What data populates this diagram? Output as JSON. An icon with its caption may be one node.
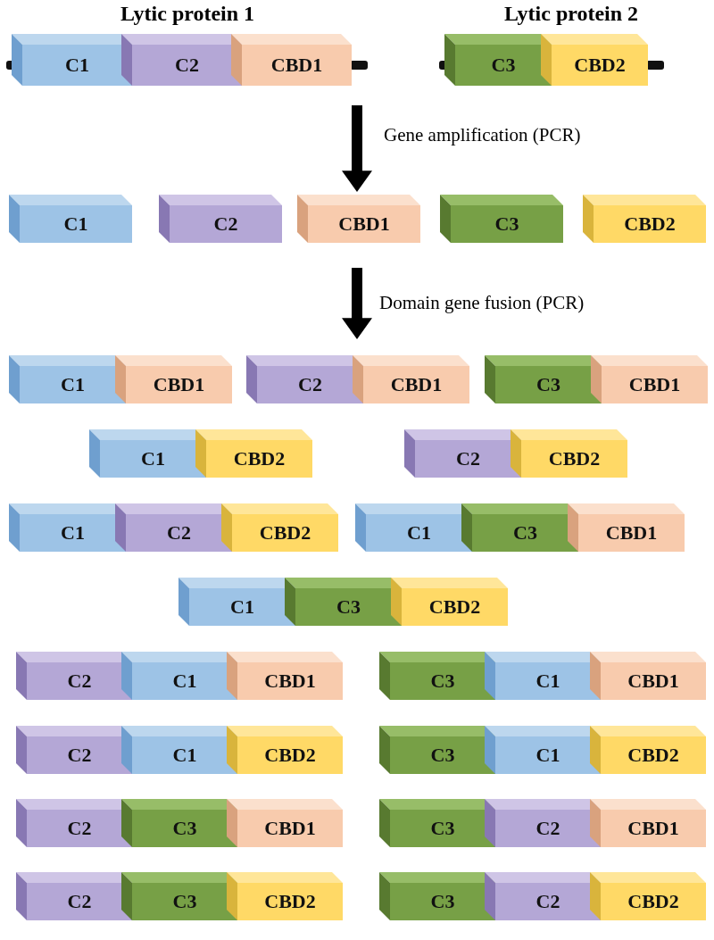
{
  "diagram": {
    "nodes": [
      {
        "text": [
          "C1"
        ]
      },
      {
        "text": [
          "C2"
        ]
      },
      {
        "text": [
          "CBD1"
        ]
      },
      {
        "text": [
          "C3"
        ]
      },
      {
        "text": [
          "CBD2"
        ]
      },
      {
        "text": [
          "C1"
        ]
      },
      {
        "text": [
          "C2"
        ]
      },
      {
        "text": [
          "CBD1"
        ]
      },
      {
        "text": [
          "C3"
        ]
      },
      {
        "text": [
          "CBD2"
        ]
      },
      {
        "text": [
          "C1"
        ]
      },
      {
        "text": [
          "CBD1"
        ]
      },
      {
        "text": [
          "C2"
        ]
      },
      {
        "text": [
          "CBD1"
        ]
      },
      {
        "text": [
          "C3"
        ]
      },
      {
        "text": [
          "CBD1"
        ]
      },
      {
        "text": [
          "C1"
        ]
      },
      {
        "text": [
          "CBD2"
        ]
      },
      {
        "text": [
          "C2"
        ]
      },
      {
        "text": [
          "CBD2"
        ]
      },
      {
        "text": [
          "C1"
        ]
      },
      {
        "text": [
          "C2"
        ]
      },
      {
        "text": [
          "CBD2"
        ]
      },
      {
        "text": [
          "C1"
        ]
      },
      {
        "text": [
          "C3"
        ]
      },
      {
        "text": [
          "CBD1"
        ]
      },
      {
        "text": [
          "C1"
        ]
      },
      {
        "text": [
          "C3"
        ]
      },
      {
        "text": [
          "CBD2"
        ]
      },
      {
        "text": [
          "C2"
        ]
      },
      {
        "text": [
          "C1"
        ]
      },
      {
        "text": [
          "CBD1"
        ]
      },
      {
        "text": [
          "C3"
        ]
      },
      {
        "text": [
          "C1"
        ]
      },
      {
        "text": [
          "CBD1"
        ]
      },
      {
        "text": [
          "C2"
        ]
      },
      {
        "text": [
          "C1"
        ]
      },
      {
        "text": [
          "CBD2"
        ]
      },
      {
        "text": [
          "C3"
        ]
      },
      {
        "text": [
          "C1"
        ]
      },
      {
        "text": [
          "CBD2"
        ]
      },
      {
        "text": [
          "C2"
        ]
      },
      {
        "text": [
          "C3"
        ]
      },
      {
        "text": [
          "CBD1"
        ]
      },
      {
        "text": [
          "C3"
        ]
      },
      {
        "text": [
          "C2"
        ]
      },
      {
        "text": [
          "CBD1"
        ]
      },
      {
        "text": [
          "C2"
        ]
      },
      {
        "text": [
          "C3"
        ]
      },
      {
        "text": [
          "CBD2"
        ]
      },
      {
        "text": [
          "C3"
        ]
      },
      {
        "text": [
          "C2"
        ]
      },
      {
        "text": [
          "CBD2"
        ]
      }
    ],
    "edges": [
      {
        "from": null,
        "to": 7,
        "arrow": "to",
        "label": "Gene amplification (PCR)",
        "style": "thick"
      },
      {
        "from": 7,
        "to": 12,
        "arrow": "to",
        "label": "Domain gene fusion (PCR)",
        "style": "thick"
      }
    ],
    "labels": [
      "Lytic protein 1",
      "Lytic protein 2"
    ]
  }
}
